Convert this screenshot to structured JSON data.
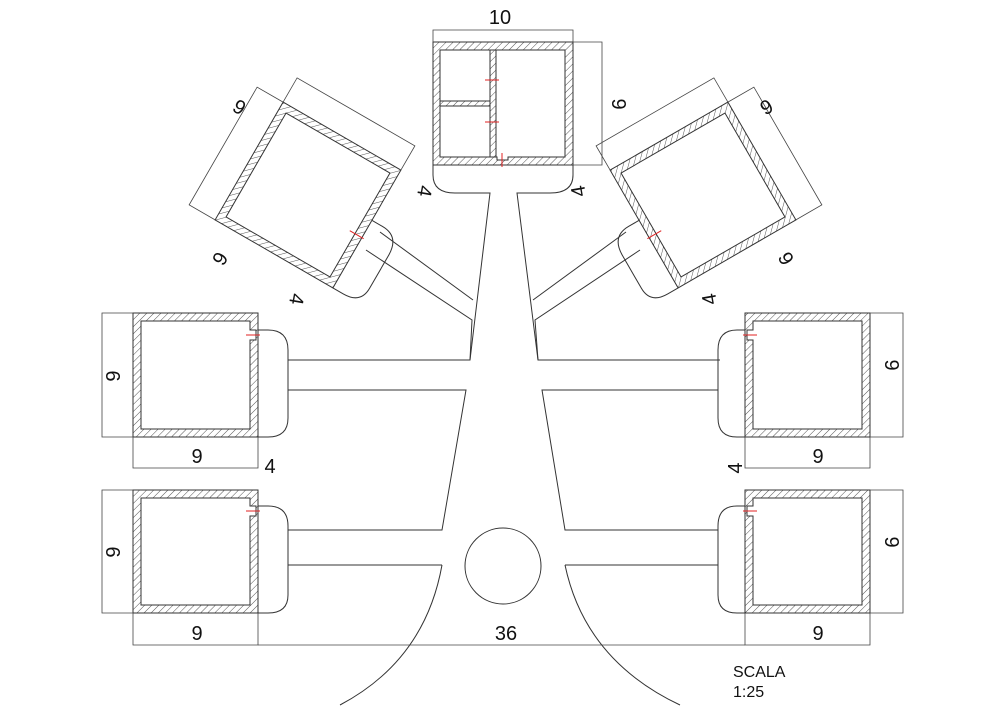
{
  "colors": {
    "line": "#333333",
    "tick": "#e02020",
    "background": "#ffffff"
  },
  "dimensions": {
    "top_width": "10",
    "top_depth": "9",
    "ul_width": "9",
    "ul_depth": "9",
    "ul_gap": "4",
    "ul_gap2": "4",
    "ur_width": "9",
    "ur_depth": "9",
    "ur_gap": "4",
    "ur_gap2": "4",
    "ml_depth": "9",
    "ml_width": "9",
    "ml_gap": "4",
    "mr_depth": "9",
    "mr_width": "9",
    "mr_gap": "4",
    "ll_depth": "9",
    "ll_width": "9",
    "lr_depth": "9",
    "lr_width": "9",
    "total_width": "36"
  },
  "scale": {
    "label": "SCALA",
    "value": "1:25"
  }
}
